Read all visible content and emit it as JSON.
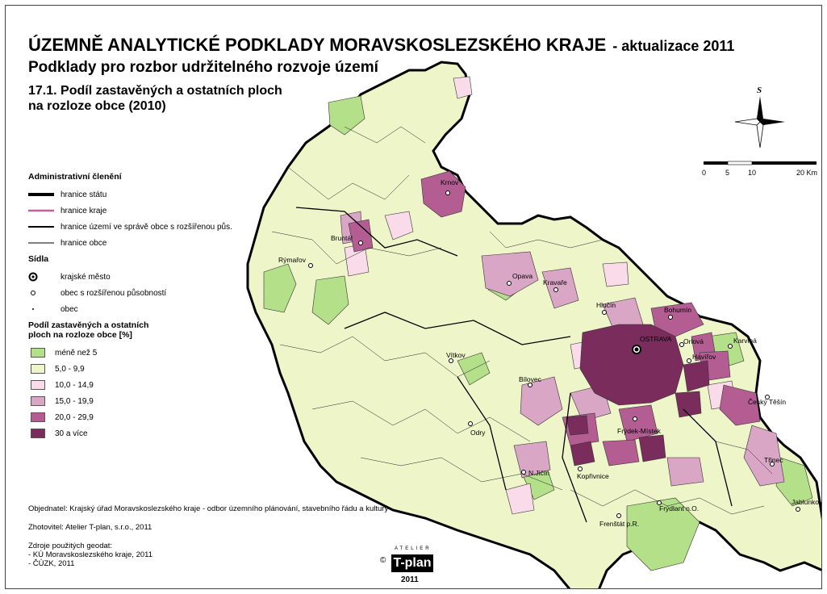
{
  "header": {
    "title": "ÚZEMNĚ ANALYTICKÉ PODKLADY MORAVSKOSLEZSKÉHO KRAJE",
    "update": "- aktualizace 2011",
    "subtitle": "Podklady pro rozbor udržitelného rozvoje území",
    "map_title_line1": "17.1. Podíl zastavěných a ostatních ploch",
    "map_title_line2": "na rozloze obce (2010)"
  },
  "legend": {
    "admin_heading": "Administrativní členění",
    "admin_items": [
      "hranice státu",
      "hranice kraje",
      "hranice území ve správě obce s rozšířenou půs.",
      "hranice obce"
    ],
    "settlement_heading": "Sídla",
    "settlement_items": [
      "krajské město",
      "obec s rozšířenou působností",
      "obec"
    ],
    "class_heading_line1": "Podíl zastavěných a ostatních",
    "class_heading_line2": "ploch na rozloze obce [%]",
    "classes": [
      {
        "label": "méně než 5",
        "color": "#b5e08a"
      },
      {
        "label": "5,0 - 9,9",
        "color": "#eef5c9"
      },
      {
        "label": "10,0 - 14,9",
        "color": "#f9dbe9"
      },
      {
        "label": "15,0 - 19,9",
        "color": "#d9a6c6"
      },
      {
        "label": "20,0 - 29,9",
        "color": "#b35d93"
      },
      {
        "label": "30 a více",
        "color": "#7a2c5c"
      }
    ],
    "colors": {
      "state_border": "#000000",
      "region_border": "#c0609a"
    }
  },
  "scale": {
    "ticks": [
      "0",
      "5",
      "10",
      "20 Km"
    ]
  },
  "compass": {
    "north": "S"
  },
  "towns": {
    "ostrava": "OSTRAVA",
    "krnov": "Krnov",
    "bruntal": "Bruntál",
    "rymarov": "Rýmařov",
    "opava": "Opava",
    "kravare": "Kravaře",
    "hlucin": "Hlučín",
    "bohumin": "Bohumín",
    "orlova": "Orlová",
    "karvina": "Karviná",
    "havirov": "Havířov",
    "cesky_tesin": "Český Těšín",
    "vitkov": "Vítkov",
    "bilovec": "Bílovec",
    "odry": "Odry",
    "frydek": "Frýdek-Místek",
    "trinec": "Třinec",
    "novy_jicin": "N.Jičín",
    "koprivnice": "Kopřivnice",
    "frydlant": "Frýdlant n.O.",
    "frenstat": "Frenštát p.R.",
    "jablunkov": "Jablunkov"
  },
  "credits": {
    "client": "Objednatel: Krajský úřad Moravskoslezského kraje - odbor územního plánování, stavebního řádu a kultury",
    "author": "Zhotovitel: Atelier T-plan, s.r.o., 2011",
    "sources_heading": "Zdroje použitých geodat:",
    "source1": "- KÚ Moravskoslezského kraje, 2011",
    "source2": "- ČÚZK, 2011"
  },
  "logo": {
    "copyright": "©",
    "mark": "T-plan",
    "atelier": "ATELIER",
    "year": "2011"
  }
}
